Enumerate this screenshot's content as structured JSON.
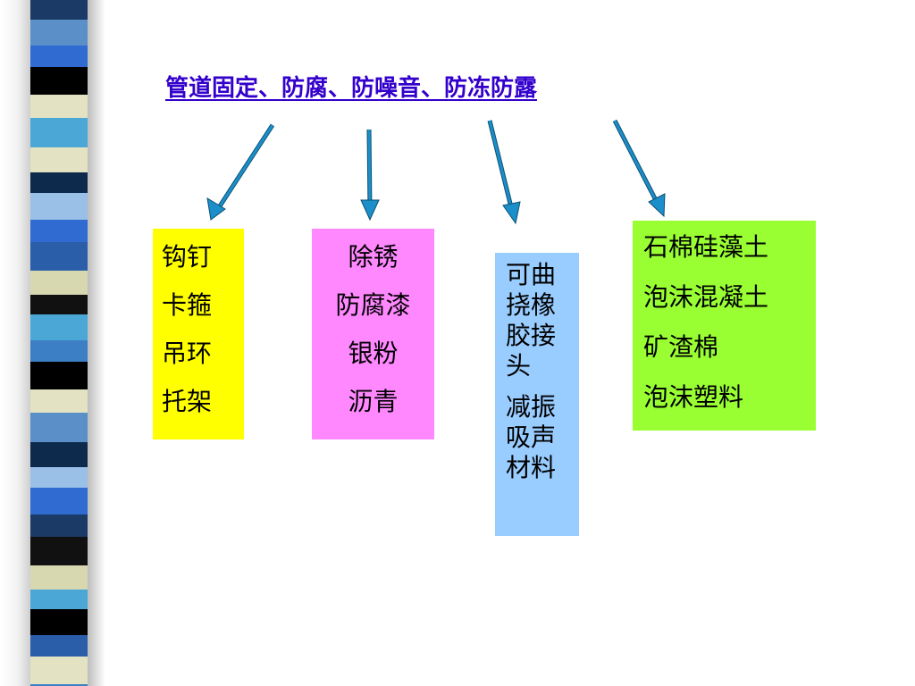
{
  "title": "管道固定、防腐、防噪音、防冻防露",
  "colors": {
    "title": "#3300cc",
    "arrow": "#1a8fc9",
    "box_fixing": "#ffff00",
    "box_anticorrosion": "#ff88ff",
    "box_noise": "#99ccff",
    "box_insulation": "#99ff33"
  },
  "boxes": {
    "fixing": {
      "items": [
        "钩钉",
        "卡箍",
        "吊环",
        "托架"
      ]
    },
    "anticorrosion": {
      "items": [
        "除锈",
        "防腐漆",
        "银粉",
        "沥青"
      ]
    },
    "noise": {
      "items": [
        "可曲挠橡胶接头",
        "减振吸声材料"
      ]
    },
    "insulation": {
      "items": [
        "石棉硅藻土",
        "泡沫混凝土",
        "矿渣棉",
        "泡沫塑料"
      ]
    }
  }
}
